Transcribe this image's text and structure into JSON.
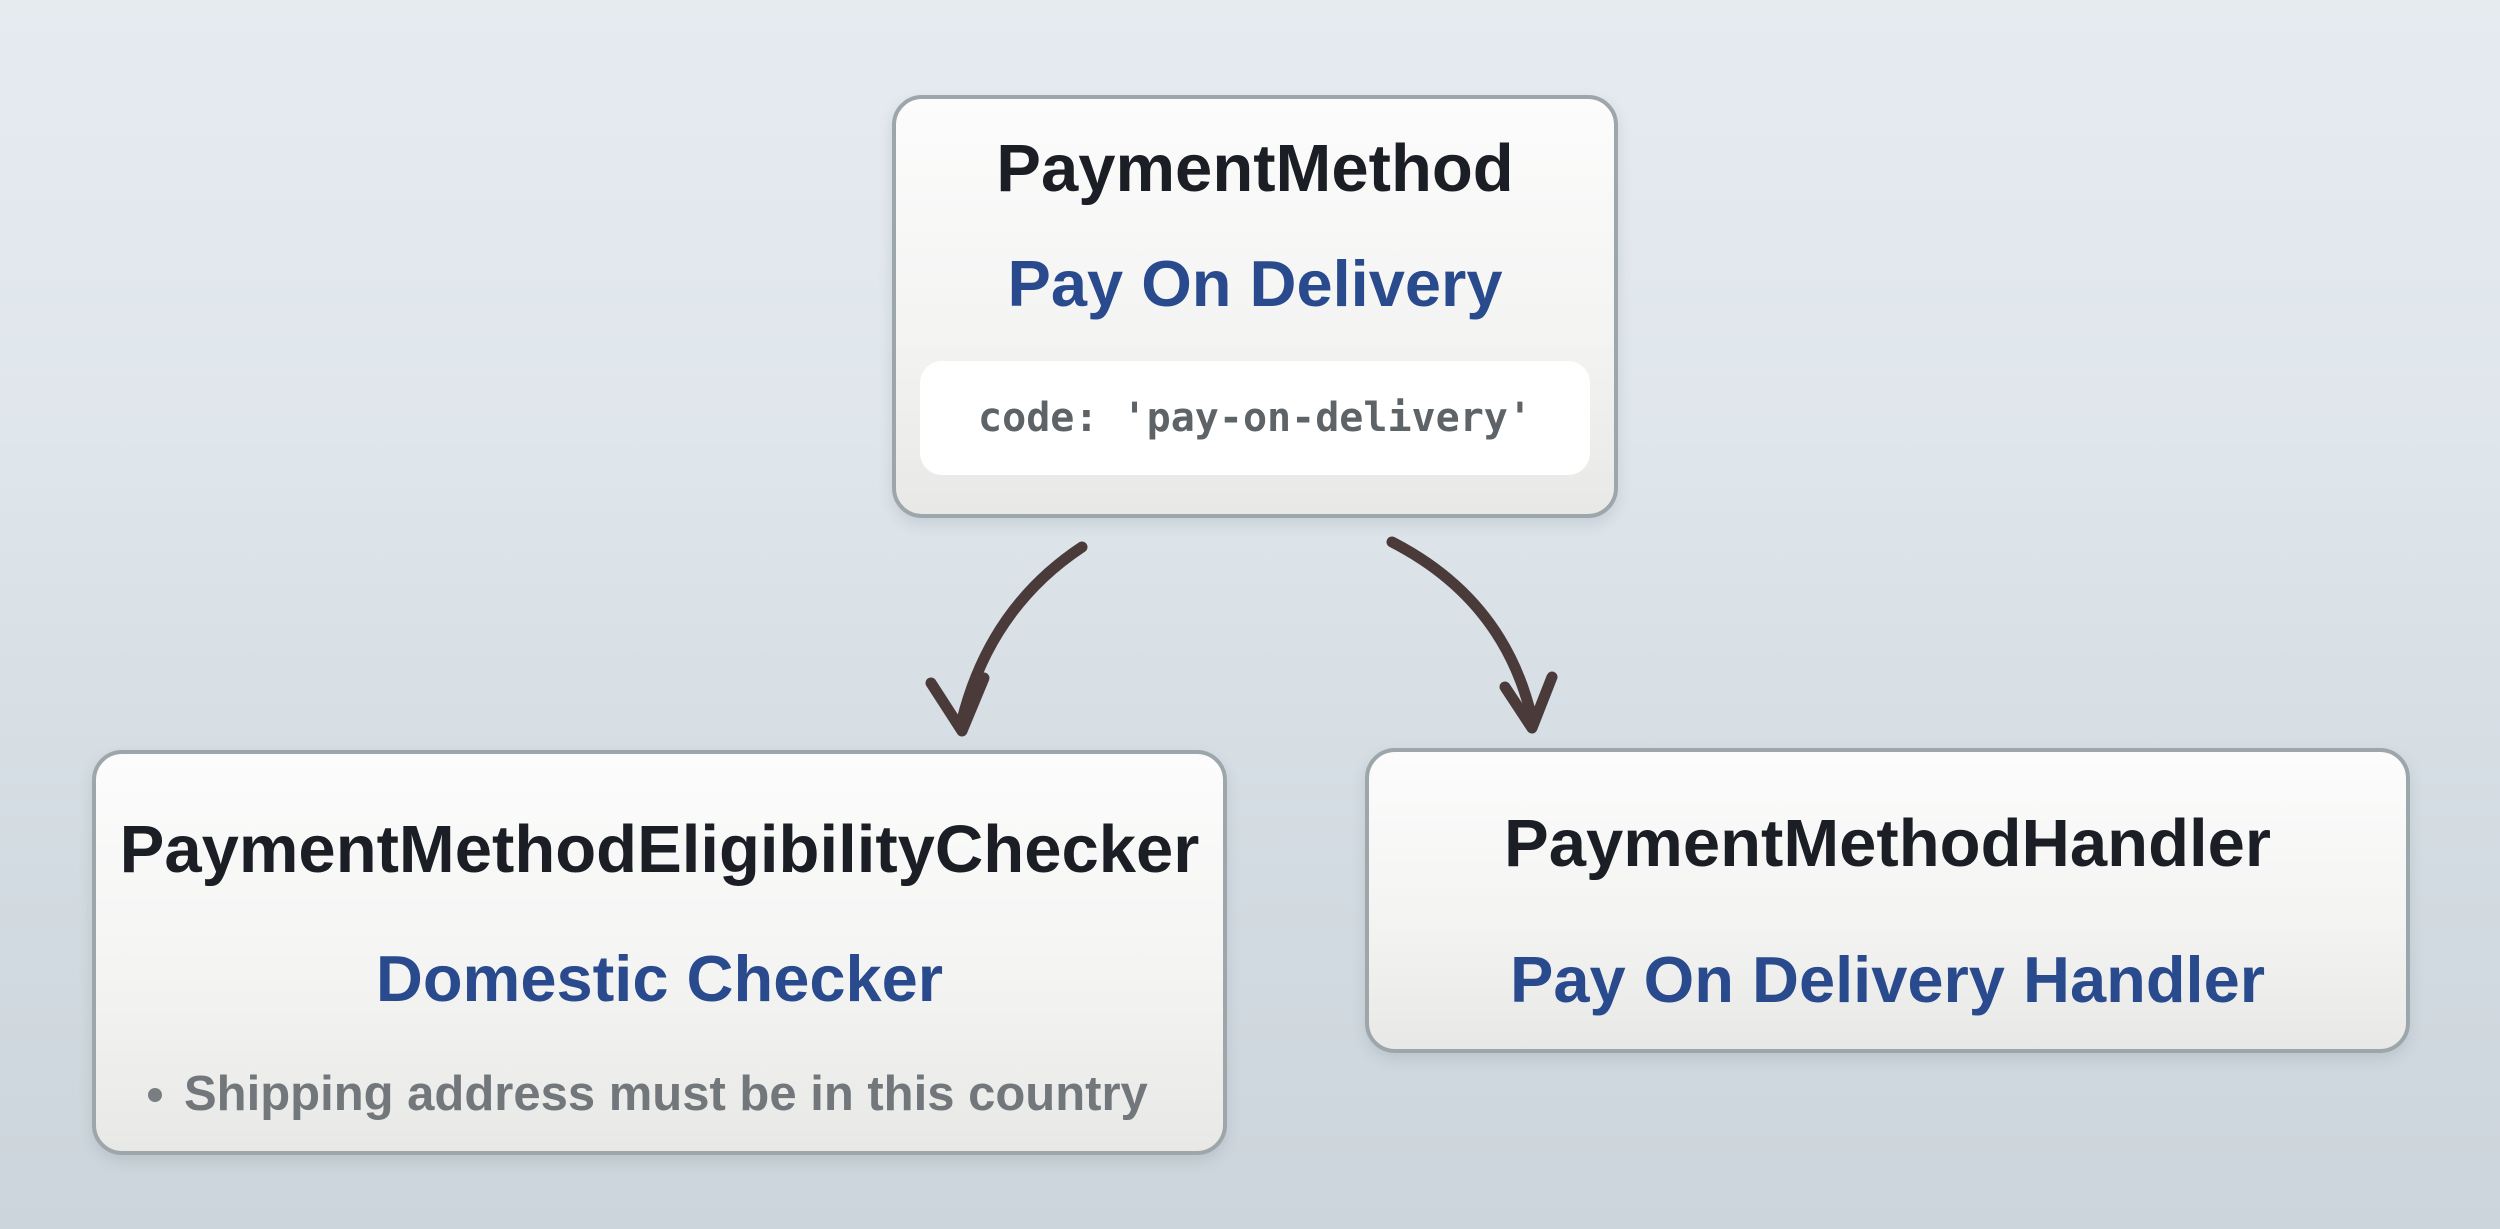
{
  "nodes": {
    "payment_method": {
      "title": "PaymentMethod",
      "subtitle": "Pay On Delivery",
      "code": "code: 'pay-on-delivery'"
    },
    "eligibility_checker": {
      "title": "PaymentMethodEligibilityChecker",
      "subtitle": "Domestic Checker",
      "criteria": [
        "Shipping address must be in this country"
      ]
    },
    "handler": {
      "title": "PaymentMethodHandler",
      "subtitle": "Pay On Delivery Handler"
    }
  },
  "edges": [
    {
      "from": "PaymentMethod",
      "to": "PaymentMethodEligibilityChecker"
    },
    {
      "from": "PaymentMethod",
      "to": "PaymentMethodHandler"
    }
  ],
  "colors": {
    "background_top": "#e6ebf0",
    "background_bottom": "#ccd5db",
    "node_fill_top": "#fcfcfc",
    "node_fill_bottom": "#e8e8e6",
    "node_border": "#9ca6ab",
    "title_text": "#1b1e24",
    "subtitle_blue": "#2a4a8e",
    "code_background": "#ffffff",
    "code_text": "#5d6367",
    "criteria_text": "#72777b",
    "arrow": "#4a3b3a"
  }
}
